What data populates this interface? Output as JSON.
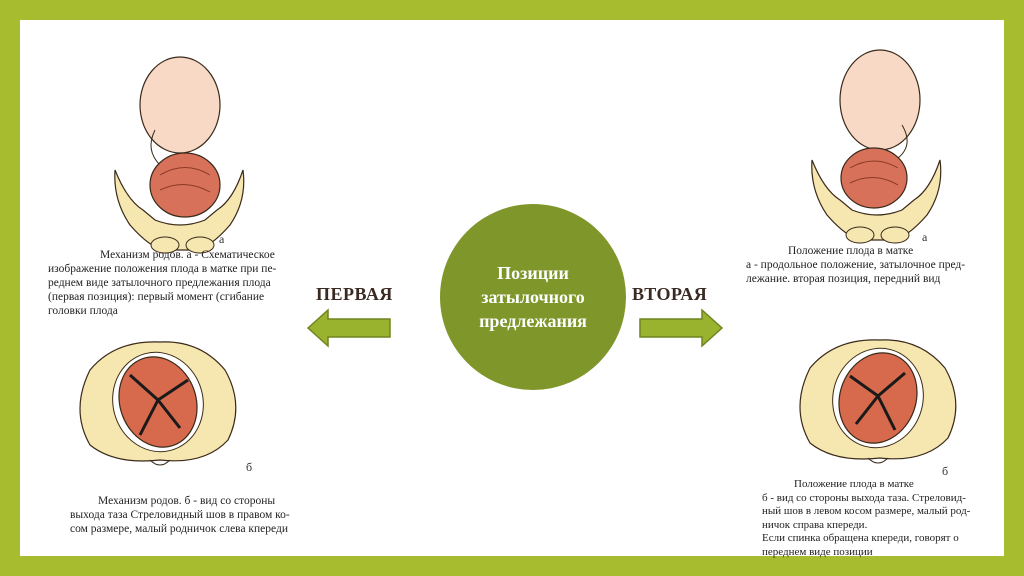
{
  "center": {
    "line1": "Позиции",
    "line2": "затылочного",
    "line3": "предлежания"
  },
  "labels": {
    "first": "ПЕРВАЯ",
    "second": "ВТОРАЯ"
  },
  "left": {
    "top_letter": "а",
    "top_caption": [
      "Механизм родов. а - Схематическое",
      "изображение положения плода в матке при пе-",
      "реднем виде затылочного предлежания плода",
      "(первая позиция): первый момент (сгибание",
      "головки плода"
    ],
    "bottom_letter": "б",
    "bottom_caption": [
      "Механизм родов. б - вид со стороны",
      "выхода таза Стреловидный шов в правом ко-",
      "сом размере, малый родничок слева кпереди"
    ]
  },
  "right": {
    "top_letter": "а",
    "top_caption": [
      "Положение плода в матке",
      "а - продольное положение, затылочное пред-",
      "лежание. вторая позиция, передний вид"
    ],
    "bottom_letter": "б",
    "bottom_caption": [
      "Положение плода в матке",
      "б - вид со стороны выхода таза. Стреловид-",
      "ный шов в левом косом размере, малый род-",
      "ничок справа кпереди.",
      "Если спинка обращена кпереди, говорят о",
      "переднем виде позиции"
    ]
  },
  "colors": {
    "frame": "#a7bd2f",
    "circle": "#7f962b",
    "arrow": "#9ab32f",
    "pelvis": "#f6e7b0",
    "skin": "#f7d9c6",
    "hair": "#d8715a",
    "head": "#d76a4c"
  }
}
